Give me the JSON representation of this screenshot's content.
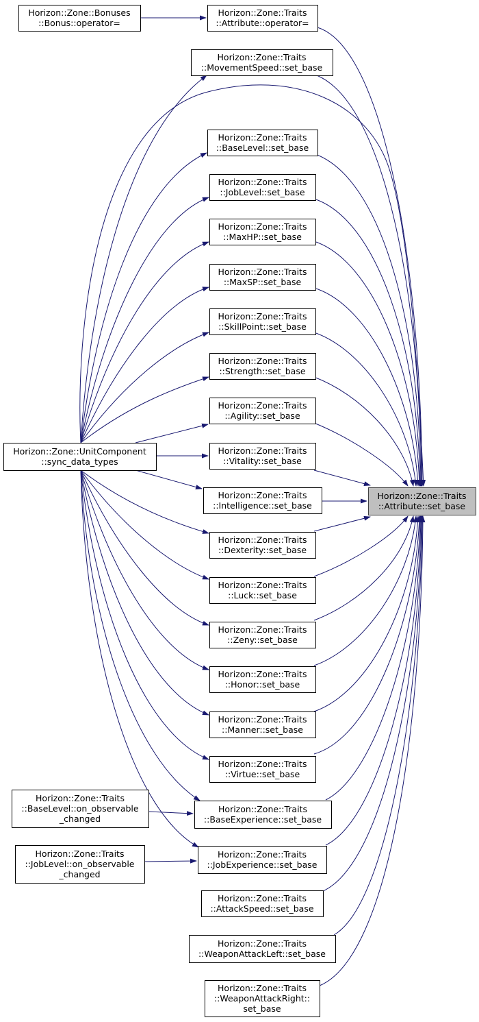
{
  "graph": {
    "colors": {
      "edge": "#191970",
      "root_fill": "#bfbfbf",
      "node_fill": "#ffffff"
    },
    "root": {
      "id": "attr_set_base",
      "lines": [
        "Horizon::Zone::Traits",
        "::Attribute::set_base"
      ]
    },
    "nodes": [
      {
        "id": "bonus_op",
        "lines": [
          "Horizon::Zone::Bonuses",
          "::Bonus::operator="
        ]
      },
      {
        "id": "attr_op",
        "lines": [
          "Horizon::Zone::Traits",
          "::Attribute::operator="
        ]
      },
      {
        "id": "movespeed",
        "lines": [
          "Horizon::Zone::Traits",
          "::MovementSpeed::set_base"
        ]
      },
      {
        "id": "baselevel",
        "lines": [
          "Horizon::Zone::Traits",
          "::BaseLevel::set_base"
        ]
      },
      {
        "id": "joblevel",
        "lines": [
          "Horizon::Zone::Traits",
          "::JobLevel::set_base"
        ]
      },
      {
        "id": "maxhp",
        "lines": [
          "Horizon::Zone::Traits",
          "::MaxHP::set_base"
        ]
      },
      {
        "id": "maxsp",
        "lines": [
          "Horizon::Zone::Traits",
          "::MaxSP::set_base"
        ]
      },
      {
        "id": "skillpoint",
        "lines": [
          "Horizon::Zone::Traits",
          "::SkillPoint::set_base"
        ]
      },
      {
        "id": "strength",
        "lines": [
          "Horizon::Zone::Traits",
          "::Strength::set_base"
        ]
      },
      {
        "id": "agility",
        "lines": [
          "Horizon::Zone::Traits",
          "::Agility::set_base"
        ]
      },
      {
        "id": "unitcomp",
        "lines": [
          "Horizon::Zone::UnitComponent",
          "::sync_data_types"
        ]
      },
      {
        "id": "vitality",
        "lines": [
          "Horizon::Zone::Traits",
          "::Vitality::set_base"
        ]
      },
      {
        "id": "intelligence",
        "lines": [
          "Horizon::Zone::Traits",
          "::Intelligence::set_base"
        ]
      },
      {
        "id": "dexterity",
        "lines": [
          "Horizon::Zone::Traits",
          "::Dexterity::set_base"
        ]
      },
      {
        "id": "luck",
        "lines": [
          "Horizon::Zone::Traits",
          "::Luck::set_base"
        ]
      },
      {
        "id": "zeny",
        "lines": [
          "Horizon::Zone::Traits",
          "::Zeny::set_base"
        ]
      },
      {
        "id": "honor",
        "lines": [
          "Horizon::Zone::Traits",
          "::Honor::set_base"
        ]
      },
      {
        "id": "manner",
        "lines": [
          "Horizon::Zone::Traits",
          "::Manner::set_base"
        ]
      },
      {
        "id": "virtue",
        "lines": [
          "Horizon::Zone::Traits",
          "::Virtue::set_base"
        ]
      },
      {
        "id": "bl_obs",
        "lines": [
          "Horizon::Zone::Traits",
          "::BaseLevel::on_observable",
          "_changed"
        ]
      },
      {
        "id": "baseexp",
        "lines": [
          "Horizon::Zone::Traits",
          "::BaseExperience::set_base"
        ]
      },
      {
        "id": "jl_obs",
        "lines": [
          "Horizon::Zone::Traits",
          "::JobLevel::on_observable",
          "_changed"
        ]
      },
      {
        "id": "jobexp",
        "lines": [
          "Horizon::Zone::Traits",
          "::JobExperience::set_base"
        ]
      },
      {
        "id": "atkspeed",
        "lines": [
          "Horizon::Zone::Traits",
          "::AttackSpeed::set_base"
        ]
      },
      {
        "id": "wal",
        "lines": [
          "Horizon::Zone::Traits",
          "::WeaponAttackLeft::set_base"
        ]
      },
      {
        "id": "war",
        "lines": [
          "Horizon::Zone::Traits",
          "::WeaponAttackRight::",
          "set_base"
        ]
      }
    ],
    "edges": [
      {
        "from": "bonus_op",
        "to": "attr_op"
      },
      {
        "from": "attr_op",
        "to": "attr_set_base"
      },
      {
        "from": "movespeed",
        "to": "attr_set_base"
      },
      {
        "from": "baselevel",
        "to": "attr_set_base"
      },
      {
        "from": "joblevel",
        "to": "attr_set_base"
      },
      {
        "from": "maxhp",
        "to": "attr_set_base"
      },
      {
        "from": "maxsp",
        "to": "attr_set_base"
      },
      {
        "from": "skillpoint",
        "to": "attr_set_base"
      },
      {
        "from": "strength",
        "to": "attr_set_base"
      },
      {
        "from": "agility",
        "to": "attr_set_base"
      },
      {
        "from": "vitality",
        "to": "attr_set_base"
      },
      {
        "from": "intelligence",
        "to": "attr_set_base"
      },
      {
        "from": "dexterity",
        "to": "attr_set_base"
      },
      {
        "from": "luck",
        "to": "attr_set_base"
      },
      {
        "from": "zeny",
        "to": "attr_set_base"
      },
      {
        "from": "honor",
        "to": "attr_set_base"
      },
      {
        "from": "manner",
        "to": "attr_set_base"
      },
      {
        "from": "virtue",
        "to": "attr_set_base"
      },
      {
        "from": "baseexp",
        "to": "attr_set_base"
      },
      {
        "from": "jobexp",
        "to": "attr_set_base"
      },
      {
        "from": "atkspeed",
        "to": "attr_set_base"
      },
      {
        "from": "wal",
        "to": "attr_set_base"
      },
      {
        "from": "war",
        "to": "attr_set_base"
      },
      {
        "from": "unitcomp",
        "to": "attr_set_base"
      },
      {
        "from": "unitcomp",
        "to": "movespeed"
      },
      {
        "from": "unitcomp",
        "to": "baselevel"
      },
      {
        "from": "unitcomp",
        "to": "joblevel"
      },
      {
        "from": "unitcomp",
        "to": "maxhp"
      },
      {
        "from": "unitcomp",
        "to": "maxsp"
      },
      {
        "from": "unitcomp",
        "to": "skillpoint"
      },
      {
        "from": "unitcomp",
        "to": "strength"
      },
      {
        "from": "unitcomp",
        "to": "agility"
      },
      {
        "from": "unitcomp",
        "to": "vitality"
      },
      {
        "from": "unitcomp",
        "to": "intelligence"
      },
      {
        "from": "unitcomp",
        "to": "dexterity"
      },
      {
        "from": "unitcomp",
        "to": "luck"
      },
      {
        "from": "unitcomp",
        "to": "zeny"
      },
      {
        "from": "unitcomp",
        "to": "honor"
      },
      {
        "from": "unitcomp",
        "to": "manner"
      },
      {
        "from": "unitcomp",
        "to": "virtue"
      },
      {
        "from": "unitcomp",
        "to": "baseexp"
      },
      {
        "from": "unitcomp",
        "to": "jobexp"
      },
      {
        "from": "bl_obs",
        "to": "baseexp"
      },
      {
        "from": "jl_obs",
        "to": "jobexp"
      }
    ]
  }
}
